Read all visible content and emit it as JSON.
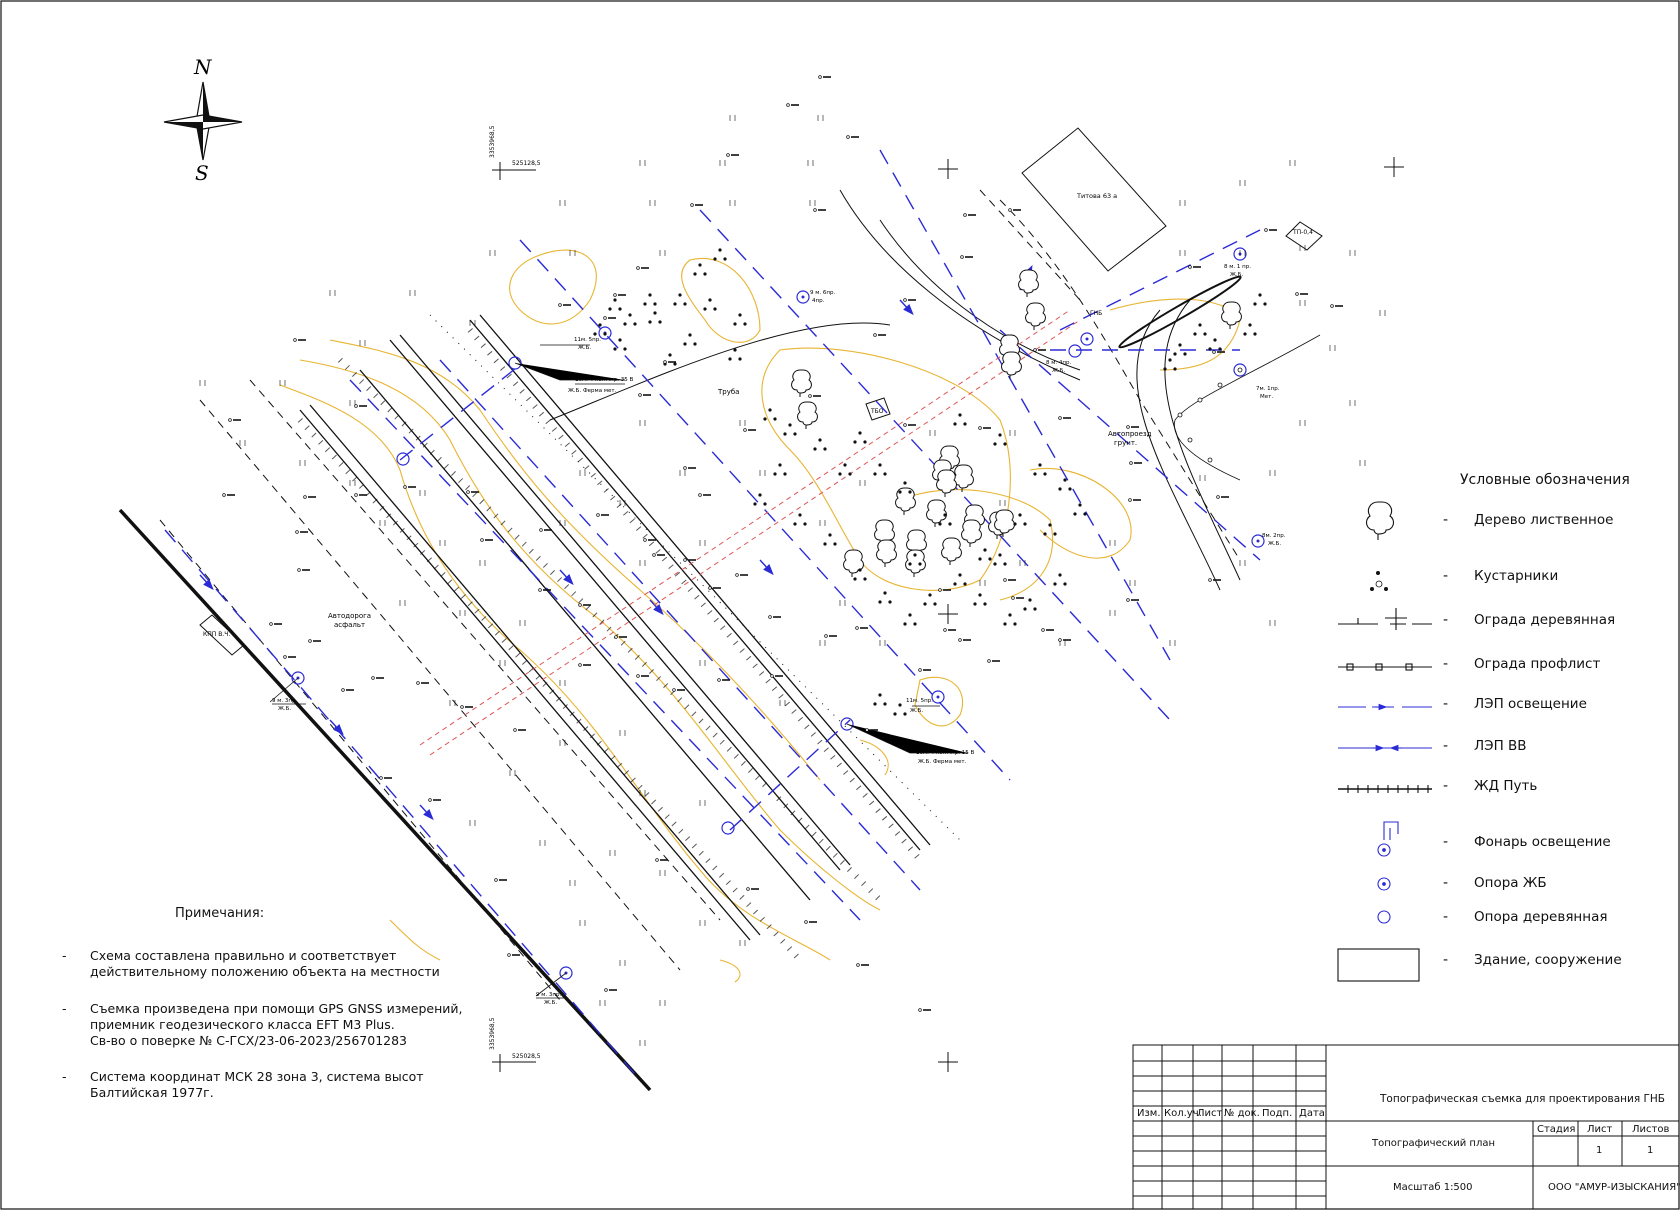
{
  "compass": {
    "north": "N",
    "south": "S"
  },
  "coords": {
    "top_y": "3353968,5",
    "top_x": "525128,5",
    "bottom_y": "3353968,5",
    "bottom_x": "525028,5"
  },
  "map_labels": {
    "building": "Титова 63 а",
    "tp": "ТП-0,4",
    "tbo": "ТБО",
    "kpp": "КПП В.Ч.",
    "road_asphalt_1": "Автодорога",
    "road_asphalt_2": "асфальт",
    "road_ground_1": "Автопроезд",
    "road_ground_2": "грунт.",
    "pipe": "Труба",
    "gnb": "ГНБ",
    "pole_1": "11м. 5пр.",
    "pole_1b": "Ж.Б.",
    "pole_2": "10м. 4 конт.пр. 35 В",
    "pole_2b": "Ж.Б. Ферма мет.",
    "pole_3": "9 м. 6пр.",
    "pole_3b": "4пр.",
    "pole_4": "11м. 5пр.",
    "pole_4b": "Ж.Б.",
    "pole_5": "10м. 4 конт.пр. 15 В",
    "pole_5b": "Ж.Б. Ферма мет.",
    "pole_6": "9 м. 3пр.",
    "pole_6b": "Ж.Б.",
    "pole_7": "9 м. 3пр.",
    "pole_7b": "Ж.Б.",
    "pole_8": "8м. 2пр.",
    "pole_8b": "Ж.Б.",
    "pole_9": "8 м. 1 пр.",
    "pole_9b": "Ж.Б.",
    "pole_10": "7м. 1пр.",
    "pole_10b": "Мет.",
    "pole_11": "8 м. 4пр.",
    "pole_11b": "Ж.Б."
  },
  "legend": {
    "title": "Условные обозначения",
    "items": [
      {
        "label": "Дерево лиственное",
        "icon": "tree-icon"
      },
      {
        "label": "Кустарники",
        "icon": "shrub-icon"
      },
      {
        "label": "Ограда деревянная",
        "icon": "wood-fence-icon"
      },
      {
        "label": "Ограда профлист",
        "icon": "profsheet-fence-icon"
      },
      {
        "label": "ЛЭП освещение",
        "icon": "lighting-line-icon"
      },
      {
        "label": "ЛЭП ВВ",
        "icon": "hv-line-icon"
      },
      {
        "label": "ЖД Путь",
        "icon": "railway-icon"
      },
      {
        "label": "Фонарь освещение",
        "icon": "street-lamp-icon"
      },
      {
        "label": "Опора ЖБ",
        "icon": "concrete-pole-icon"
      },
      {
        "label": "Опора деревянная",
        "icon": "wood-pole-icon"
      },
      {
        "label": "Здание, сооружение",
        "icon": "building-icon"
      }
    ],
    "dash": "-"
  },
  "notes": {
    "title": "Примечания:",
    "dash": "-",
    "items": [
      [
        "Схема составлена правильно и соответствует",
        "действительному положению объекта на местности"
      ],
      [
        "Съемка произведена при помощи GPS GNSS  измерений,",
        "приемник геодезического класса EFT M3 Plus.",
        "Св-во о поверке № С-ГСХ/23-06-2023/256701283"
      ],
      [
        "Система координат МСК 28 зона 3, система высот",
        "Балтийская 1977г."
      ]
    ]
  },
  "stamp": {
    "headers": [
      "Изм.",
      "Кол.уч.",
      "Лист",
      "№ док.",
      "Подп.",
      "Дата"
    ],
    "project": "Топографическая съемка для проектирования ГНБ",
    "drawing": "Топографический план",
    "stage_h": "Стадия",
    "sheet_h": "Лист",
    "sheets_h": "Листов",
    "sheet_v": "1",
    "sheets_v": "1",
    "scale": "Масштаб 1:500",
    "company": "ООО \"АМУР-ИЗЫСКАНИЯ\""
  },
  "colors": {
    "line": "#111111",
    "blue": "#2b2bd6",
    "contour": "#e8b431",
    "red_dashed": "#e05555"
  }
}
